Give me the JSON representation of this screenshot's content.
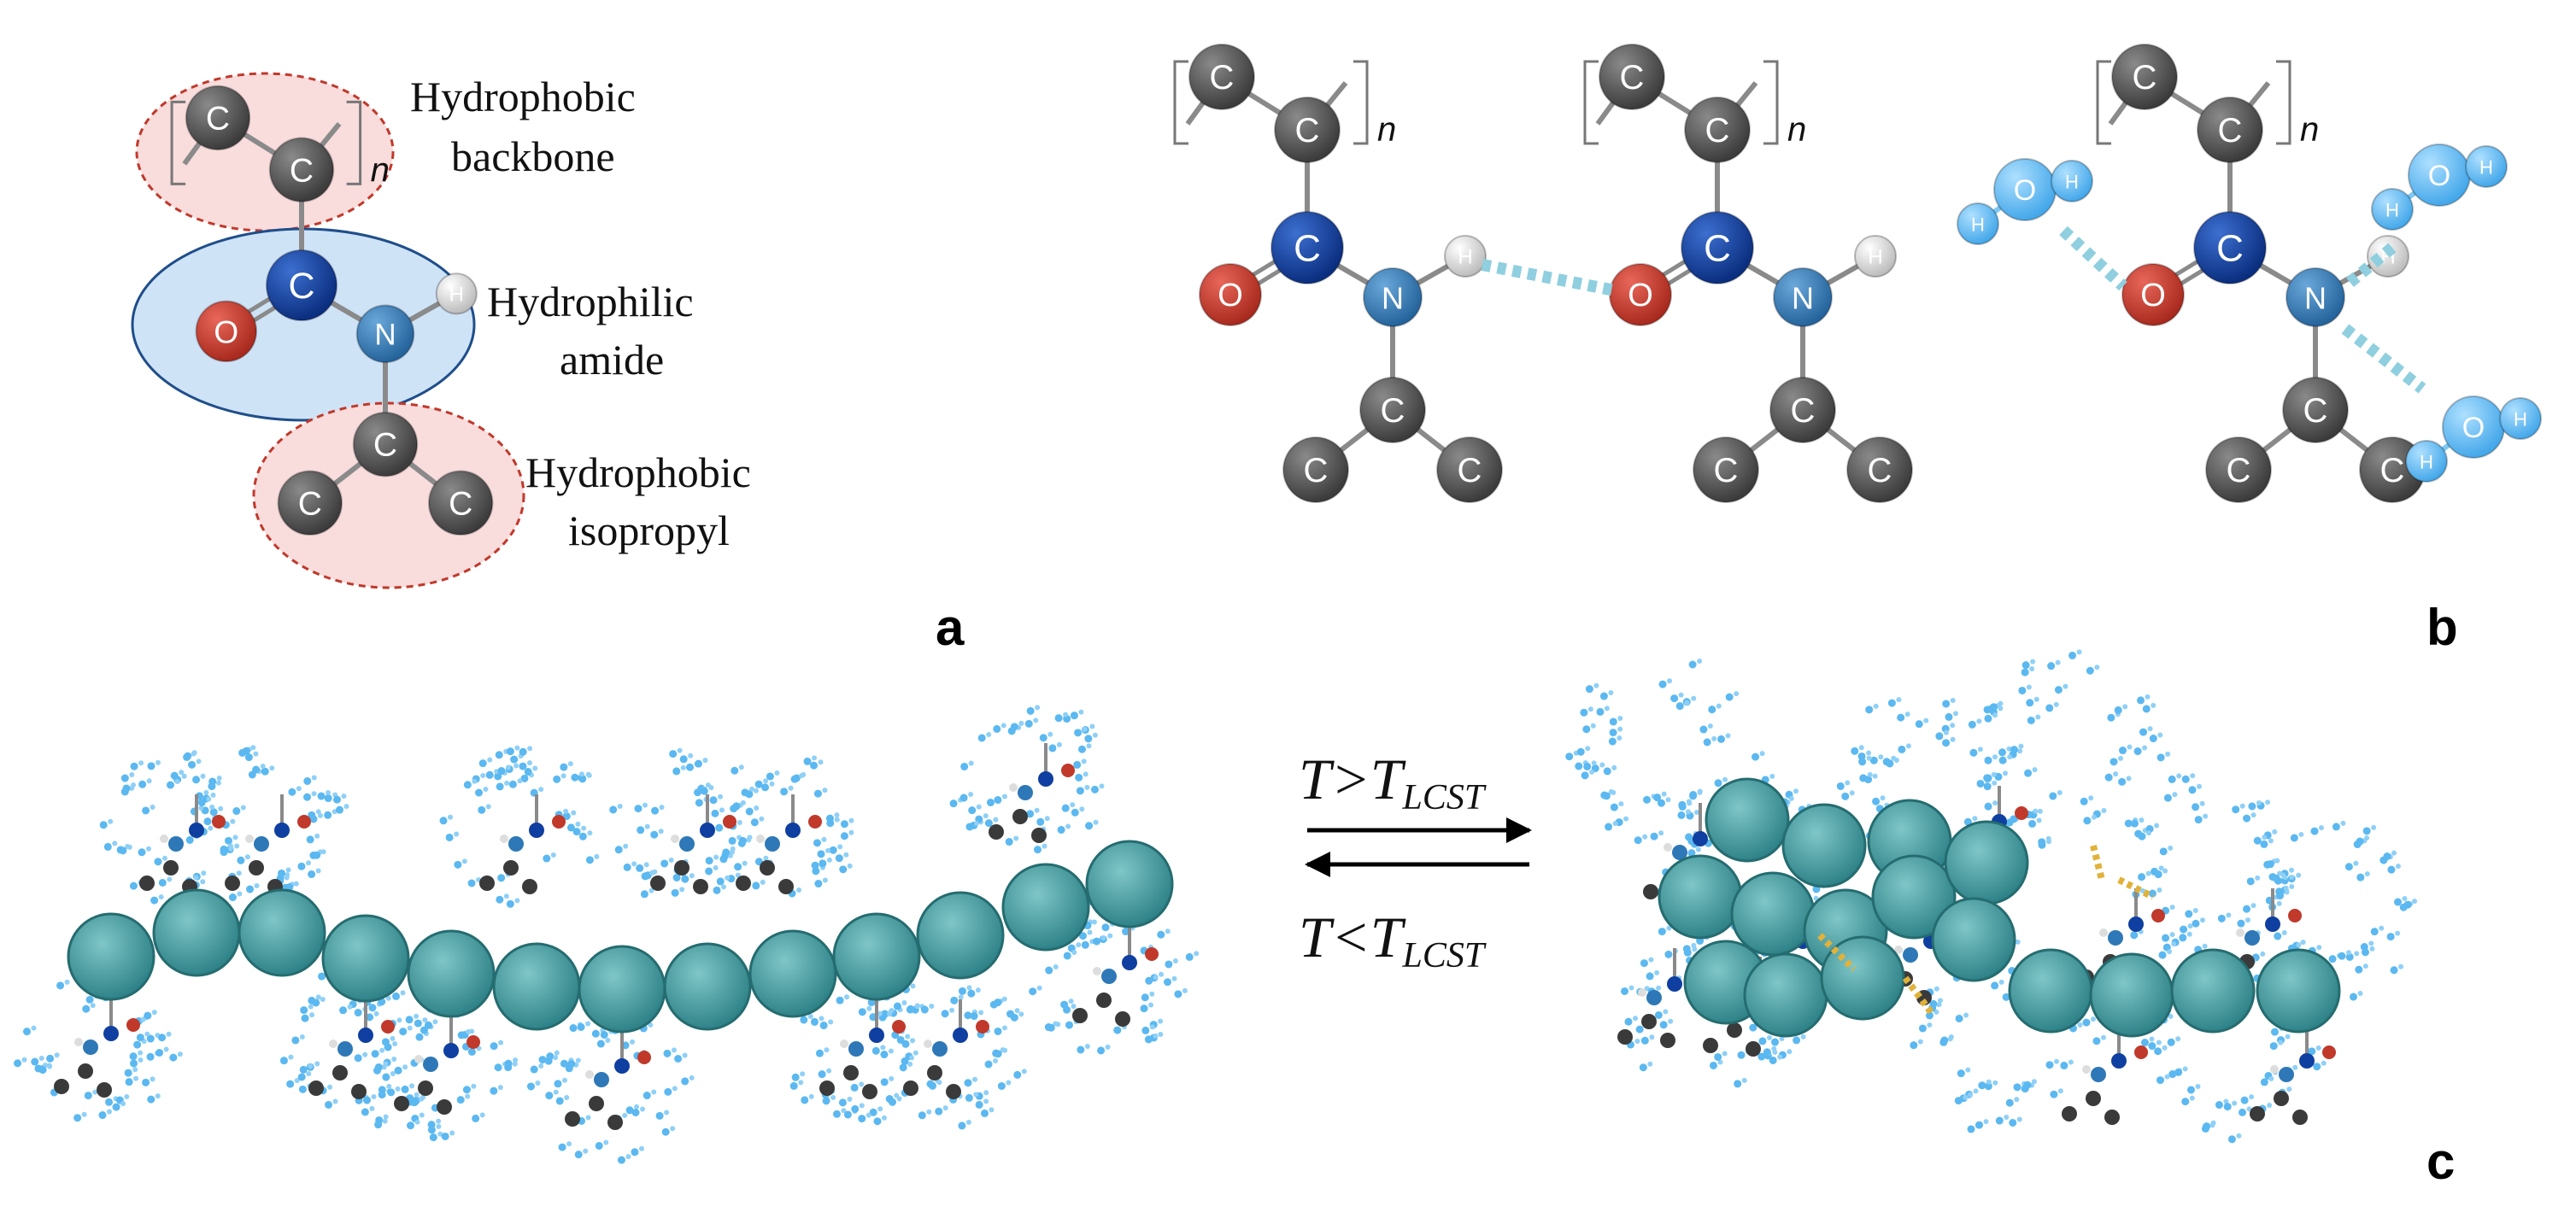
{
  "panels": {
    "a": {
      "letter": "a",
      "labels": {
        "backbone_line1": "Hydrophobic",
        "backbone_line2": "backbone",
        "amide_line1": "Hydrophilic",
        "amide_line2": "amide",
        "isopropyl_line1": "Hydrophobic",
        "isopropyl_line2": "isopropyl"
      }
    },
    "b": {
      "letter": "b"
    },
    "c": {
      "letter": "c",
      "forward_T": "T",
      "forward_op": ">",
      "forward_Tsub_main": "T",
      "forward_Tsub": "LCST",
      "reverse_T": "T",
      "reverse_op": "<",
      "reverse_Tsub_main": "T",
      "reverse_Tsub": "LCST"
    }
  },
  "atoms": {
    "carbon": "C",
    "oxygen": "O",
    "nitrogen": "N",
    "hydrogen": "H",
    "repeat_subscript": "n"
  },
  "colors": {
    "carbon": "#474747",
    "oxygen": "#c0392b",
    "nitrogen": "#2e78b7",
    "carbonyl_carbon": "#0f3fa0",
    "hydrogen": "#e4e4e4",
    "water": "#5bb8f0",
    "hbond": "#8fcfdf",
    "chain_bead": "#3f9aa0",
    "hydrophobic_fill": "#f9dcdc",
    "hydrophobic_edge": "#c0392b",
    "hydrophilic_fill": "#cfe3f7",
    "hydrophilic_edge": "#1f4e8a"
  }
}
